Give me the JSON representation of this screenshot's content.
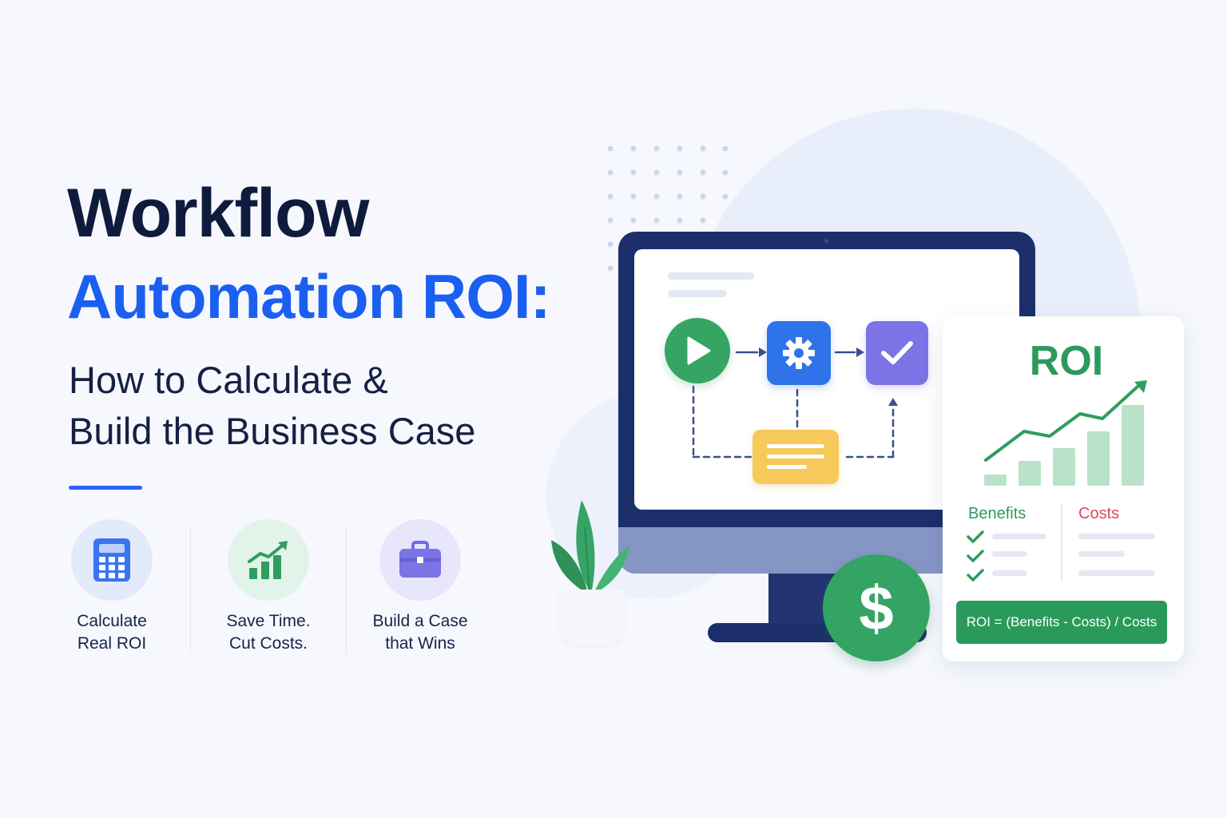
{
  "headline": {
    "line1": "Workflow",
    "line2": "Automation ROI:",
    "subtitle_line1": "How to Calculate &",
    "subtitle_line2": "Build the Business Case"
  },
  "features": [
    {
      "label_line1": "Calculate",
      "label_line2": "Real ROI",
      "icon": "calculator-icon"
    },
    {
      "label_line1": "Save Time.",
      "label_line2": "Cut Costs.",
      "icon": "growth-chart-icon"
    },
    {
      "label_line1": "Build a Case",
      "label_line2": "that Wins",
      "icon": "briefcase-icon"
    }
  ],
  "illustration": {
    "workflow_nodes": [
      "play-icon",
      "gear-icon",
      "check-icon",
      "document-icon"
    ],
    "dollar_symbol": "$"
  },
  "roi_card": {
    "title": "ROI",
    "benefits_label": "Benefits",
    "costs_label": "Costs",
    "formula": "ROI = (Benefits - Costs) / Costs",
    "bar_heights": [
      0.12,
      0.26,
      0.39,
      0.57,
      0.84
    ]
  },
  "colors": {
    "navy": "#0f1b3d",
    "blue": "#1a5ff0",
    "green": "#2d9a5d",
    "red": "#e0465a",
    "yellow": "#f6c95a",
    "purple": "#7b73e6"
  }
}
